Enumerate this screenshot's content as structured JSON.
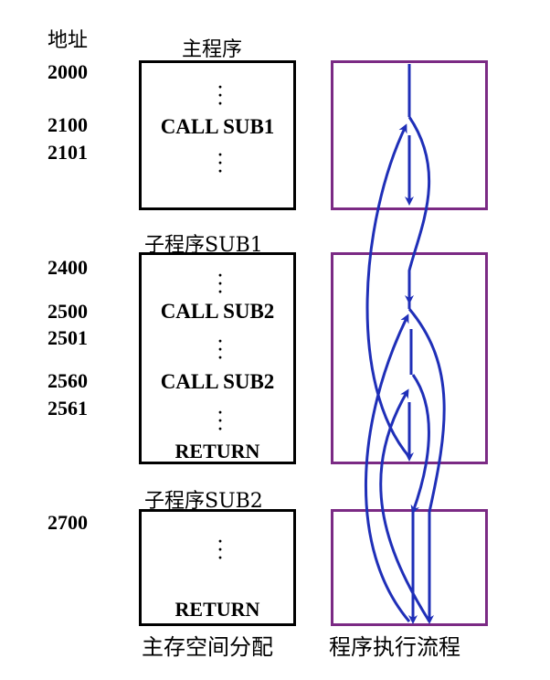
{
  "address_header": "地址",
  "addresses": [
    "2000",
    "2100",
    "2101",
    "2400",
    "2500",
    "2501",
    "2560",
    "2561",
    "2700"
  ],
  "main_program": {
    "title": "主程序",
    "call_line": "CALL SUB1",
    "dots": "⋮"
  },
  "sub1": {
    "title": "子程序SUB1",
    "call_line_1": "CALL SUB2",
    "call_line_2": "CALL SUB2",
    "return_line": "RETURN",
    "dots": "⋮"
  },
  "sub2": {
    "title": "子程序SUB2",
    "return_line": "RETURN",
    "dots": "⋮"
  },
  "captions": {
    "memory": "主存空间分配",
    "flow": "程序执行流程"
  },
  "colors": {
    "memory_box": "#000000",
    "flow_box": "#7b2a84",
    "flow_arrow": "#1f2fb8"
  }
}
